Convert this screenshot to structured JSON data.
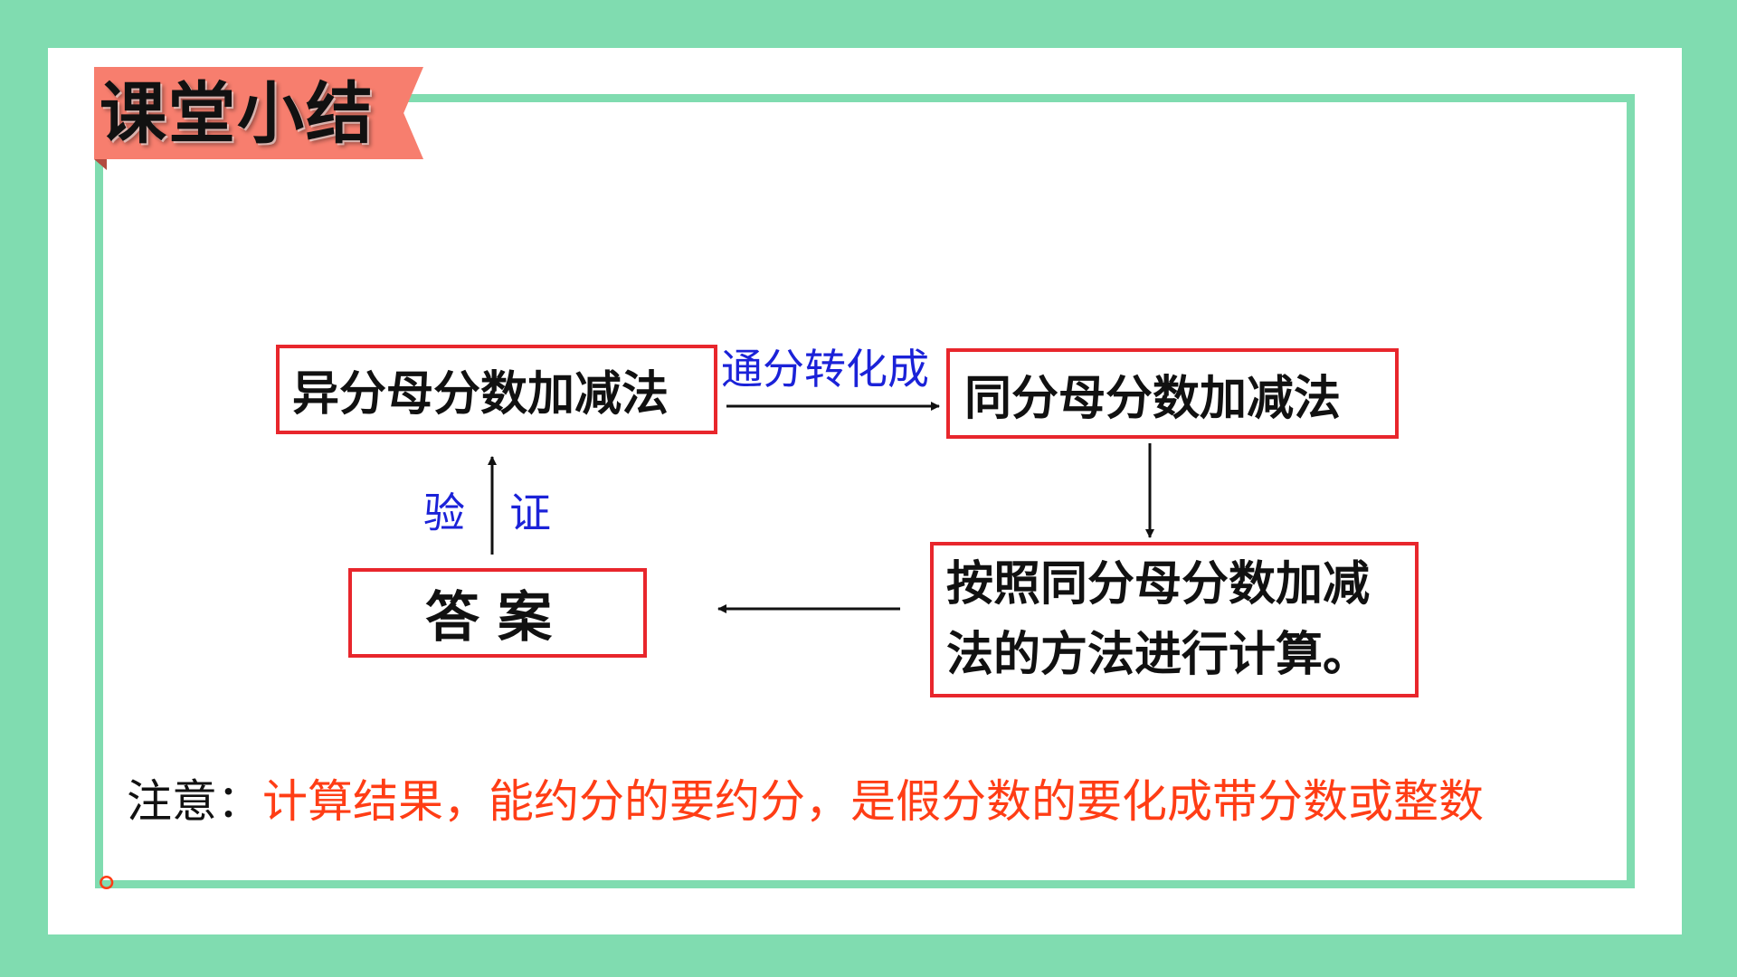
{
  "title": "课堂小结",
  "flow": {
    "box_hetero": "异分母分数加减法",
    "box_homo": "同分母分数加减法",
    "box_compute": "按照同分母分数加减法的方法进行计算。",
    "box_answer": "答案",
    "label_convert": "通分转化成",
    "label_verify_1": "验",
    "label_verify_2": "证"
  },
  "note": {
    "label": "注意：",
    "text": "计算结果，能约分的要约分，是假分数的要化成带分数或整数",
    "end": "。"
  },
  "colors": {
    "background": "#80dcb0",
    "box_border": "#e8262c",
    "ribbon": "#f77e6e",
    "blue_label": "#1b22d8",
    "note_text": "#ff3d15"
  }
}
